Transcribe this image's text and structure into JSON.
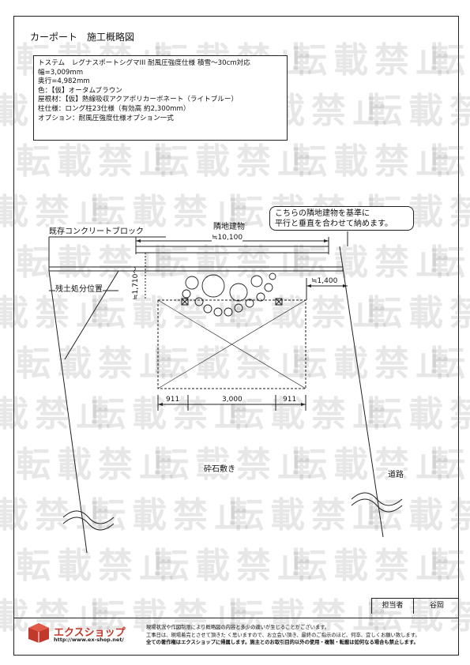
{
  "title": "カーポート　施工概略図",
  "spec": {
    "lines": [
      "トステム　レグナスポートシグマIII 耐風圧強度仕様 積雪～30cm対応",
      "幅=3,009mm",
      "奥行=4,982mm",
      "色：【仮】オータムブラウン",
      "屋根材：【仮】熱線吸収アクアポリカーボネート（ライトブルー）",
      "柱仕様：ロング柱23仕様（有効高 約2,300mm）",
      "オプション：耐風圧強度仕様オプション一式"
    ]
  },
  "labels": {
    "neighbor_building": "隣地建物",
    "existing_block": "既存コンクリートブロック",
    "soil_disposal": "残土処分位置",
    "gravel": "砕石敷き",
    "road": "道路"
  },
  "callout": {
    "line1": "こちらの隣地建物を基準に",
    "line2": "平行と垂直を合わせて納めます。"
  },
  "dimensions": {
    "top_width": "≒10,100",
    "left_depth": "≒1,710～",
    "right_offset": "≒1,400",
    "left_bottom": "911",
    "center_bottom": "3,000",
    "right_bottom": "911"
  },
  "watermark": "転載禁止",
  "tanto": {
    "label": "担当者",
    "name": "谷岡"
  },
  "footer": {
    "brand": "エクスショップ",
    "url": "http://www.ex-shop.net/",
    "note1": "現場状況や作図制限により概略図の内容と多少の違いが生じることがございます。",
    "note2": "工事日は、現場着完とさせて頂きた く思いますので、お立会い頂き、最終のご指示のほど、何卒、宜しくお願い致します。",
    "note3": "全ての著作権はエクスショップに帰属します。施主とのお取引目的以外の使用・複製・転載は如何なる場合も禁止します。"
  },
  "colors": {
    "brand_red": "#c0392b",
    "line": "#222222"
  }
}
